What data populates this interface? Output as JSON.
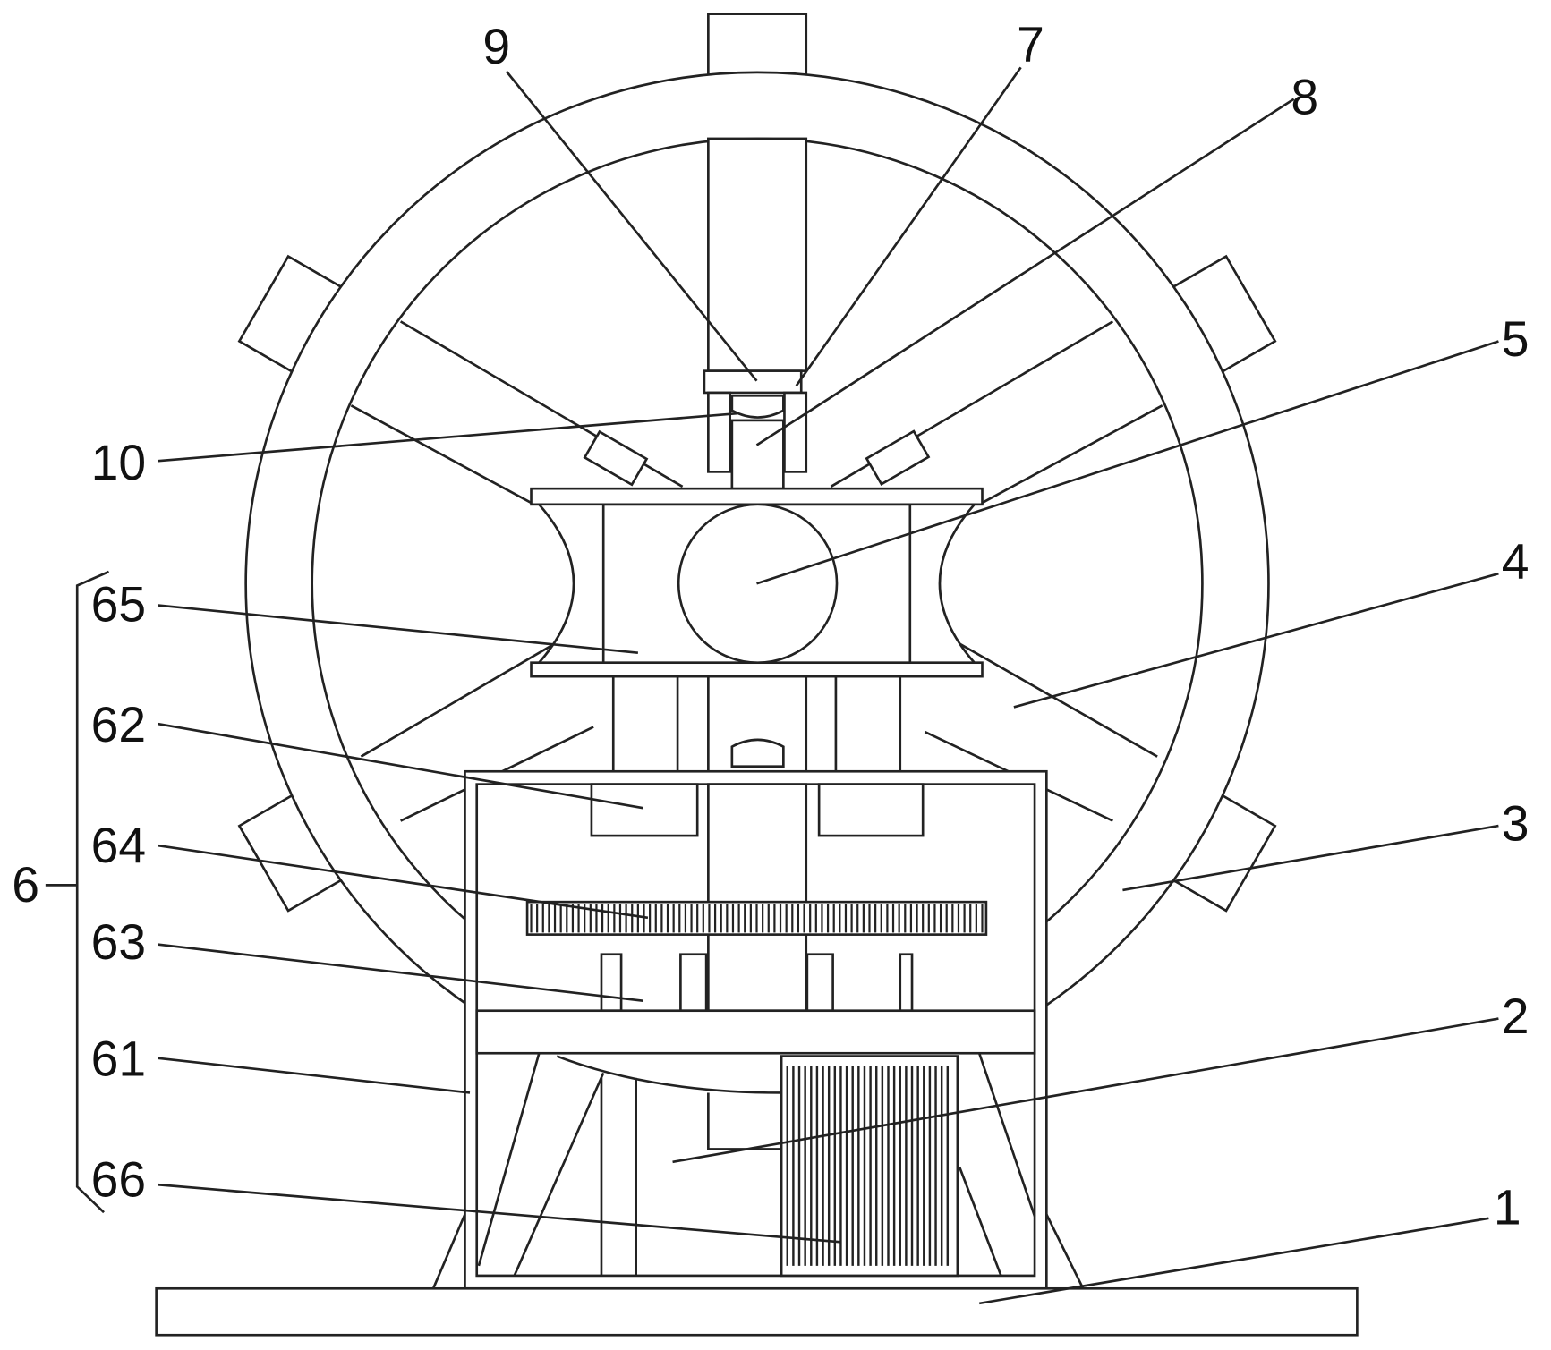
{
  "figure": {
    "labels": {
      "l1": "1",
      "l2": "2",
      "l3": "3",
      "l4": "4",
      "l5": "5",
      "l6": "6",
      "l7": "7",
      "l8": "8",
      "l9": "9",
      "l10": "10",
      "l61": "61",
      "l62": "62",
      "l63": "63",
      "l64": "64",
      "l65": "65",
      "l66": "66"
    },
    "colors": {
      "line": "#222222",
      "background": "#ffffff"
    }
  }
}
